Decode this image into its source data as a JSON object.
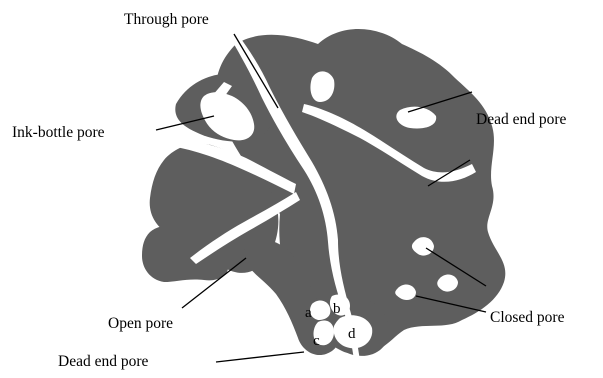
{
  "figure": {
    "labels": {
      "through_pore": "Through pore",
      "ink_bottle_pore": "Ink-bottle pore",
      "dead_end_pore_right": "Dead end pore",
      "closed_pore": "Closed pore",
      "open_pore": "Open pore",
      "dead_end_pore_bottom": "Dead end pore"
    },
    "point_markers": {
      "a": "a",
      "b": "b",
      "c": "c",
      "d": "d"
    },
    "colors": {
      "solid_matrix": "#5e5e5e",
      "pore_space": "#ffffff",
      "text_and_leaders": "#000000"
    }
  }
}
